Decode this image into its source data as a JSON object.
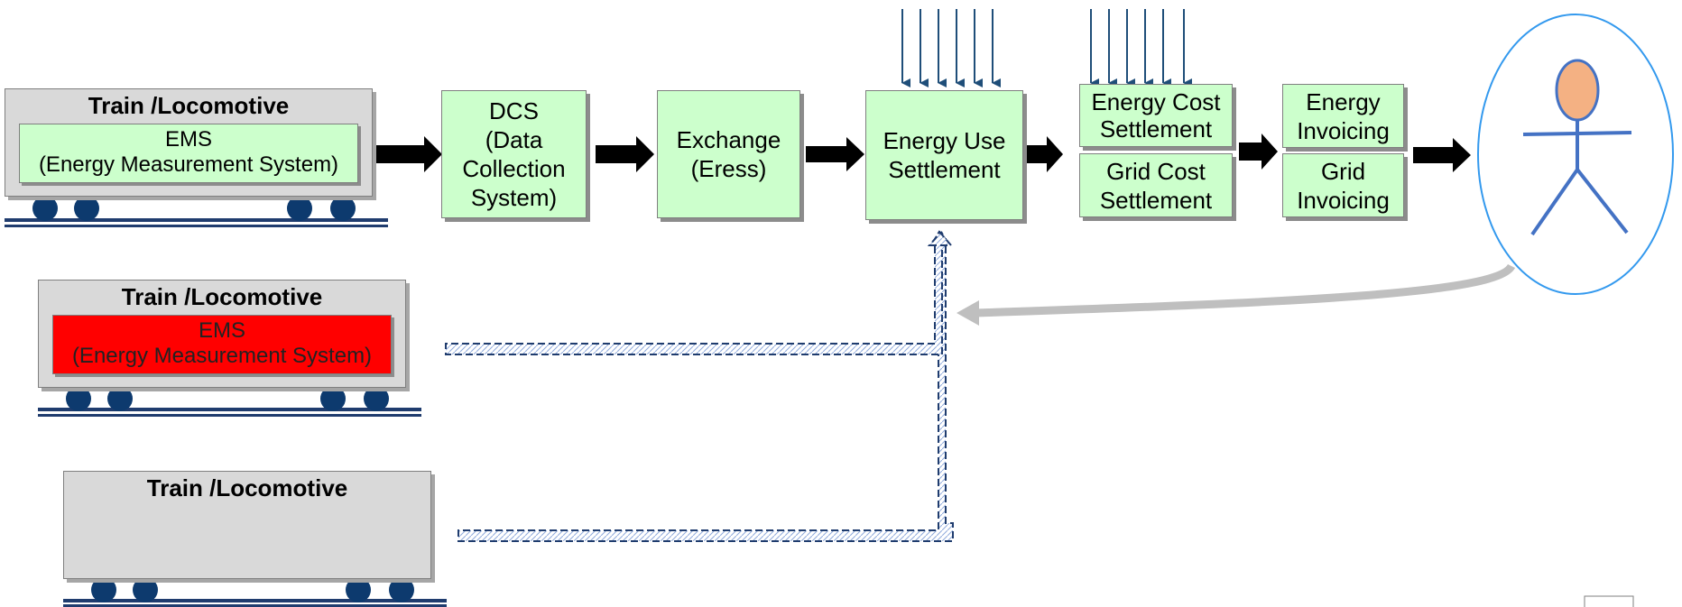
{
  "trains": [
    {
      "title": "Train /Locomotive",
      "ems_line1": "EMS",
      "ems_line2": "(Energy Measurement System)"
    },
    {
      "title": "Train /Locomotive",
      "ems_line1": "EMS",
      "ems_line2": "(Energy Measurement System)"
    },
    {
      "title": "Train /Locomotive"
    }
  ],
  "process": {
    "dcs": [
      "DCS",
      "(Data",
      "Collection",
      "System)"
    ],
    "exchange": [
      "Exchange",
      "(Eress)"
    ],
    "energy_use": [
      "Energy Use",
      "Settlement"
    ],
    "energy_cost": [
      "Energy Cost",
      "Settlement"
    ],
    "grid_cost": [
      "Grid Cost",
      "Settlement"
    ],
    "energy_invoicing": [
      "Energy",
      "Invoicing"
    ],
    "grid_invoicing": [
      "Grid",
      "Invoicing"
    ]
  },
  "colors": {
    "box_green": "#ccffcc",
    "ems_fault_red": "#ff0000",
    "train_gray": "#d9d9d9",
    "rail_blue": "#1f3c6e",
    "wheel_blue": "#0d3a6e",
    "input_arrow_blue": "#1f4e79",
    "customer_ring": "#3399ee",
    "actor_head": "#f4b183",
    "actor_body": "#4472c4",
    "feedback_gray": "#bfbfbf"
  },
  "icons": {
    "customer": "stick-figure-actor-icon",
    "flow_arrow": "thick-black-arrow-icon"
  }
}
